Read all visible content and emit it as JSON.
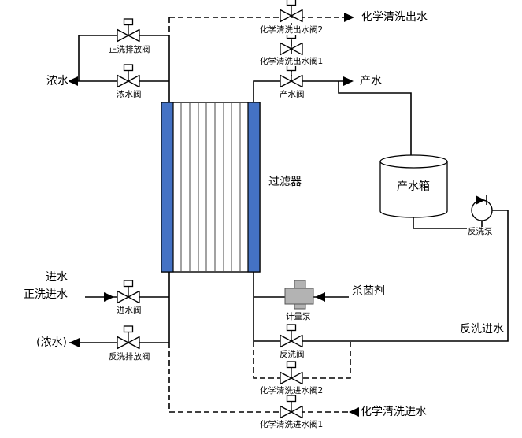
{
  "equipment": {
    "filter": "过滤器",
    "product_tank": "产水箱",
    "backwash_pump": "反洗泵",
    "metering_pump": "计量泵"
  },
  "valves": {
    "forward_flush_drain": "正洗排放阀",
    "concentrate": "浓水阀",
    "chemical_out_2": "化学清洗出水阀2",
    "chemical_out_1": "化学清洗出水阀1",
    "product": "产水阀",
    "feed": "进水阀",
    "backwash_drain": "反洗排放阀",
    "backwash": "反洗阀",
    "chemical_in_2": "化学清洗进水阀2",
    "chemical_in_1": "化学清洗进水阀1"
  },
  "streams": {
    "chemical_clean_out": "化学清洗出水",
    "concentrate_out": "浓水",
    "product_out": "产水",
    "feed_in": "进水",
    "forward_flush_in": "正洗进水",
    "biocide": "杀菌剂",
    "backwash_in": "反洗进水",
    "concentrate_bracket": "(浓水)",
    "chemical_clean_in": "化学清洗进水"
  },
  "colors": {
    "membrane_cap_blue": "#4472c4",
    "pump_gray": "#b3b3b3",
    "line_black": "#000000"
  }
}
